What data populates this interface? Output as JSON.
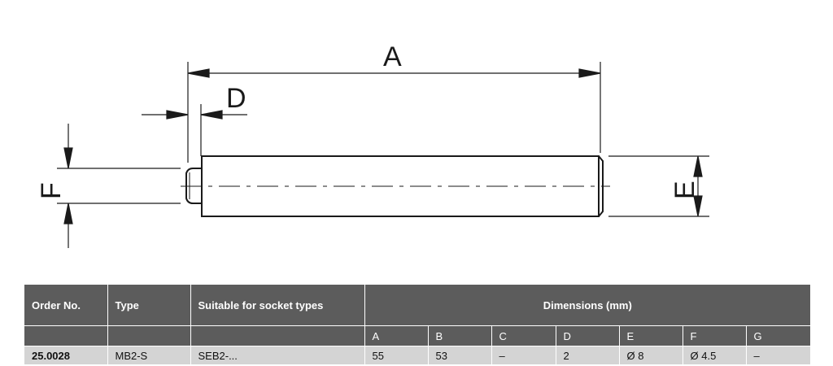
{
  "drawing": {
    "dimension_labels": {
      "A": "A",
      "D": "D",
      "E": "E",
      "F": "F"
    },
    "line_color": "#1a1a1a"
  },
  "table": {
    "headers": {
      "order_no": "Order No.",
      "type": "Type",
      "suitable": "Suitable for socket types",
      "dimensions": "Dimensions (mm)"
    },
    "dimension_columns": [
      "A",
      "B",
      "C",
      "D",
      "E",
      "F",
      "G"
    ],
    "rows": [
      {
        "order_no": "25.0028",
        "type": "MB2-S",
        "suitable": "SEB2-...",
        "dims": [
          "55",
          "53",
          "–",
          "2",
          "Ø 8",
          "Ø 4.5",
          "–"
        ]
      }
    ],
    "header_bg": "#5c5c5c",
    "row_bg": "#d4d4d4"
  }
}
